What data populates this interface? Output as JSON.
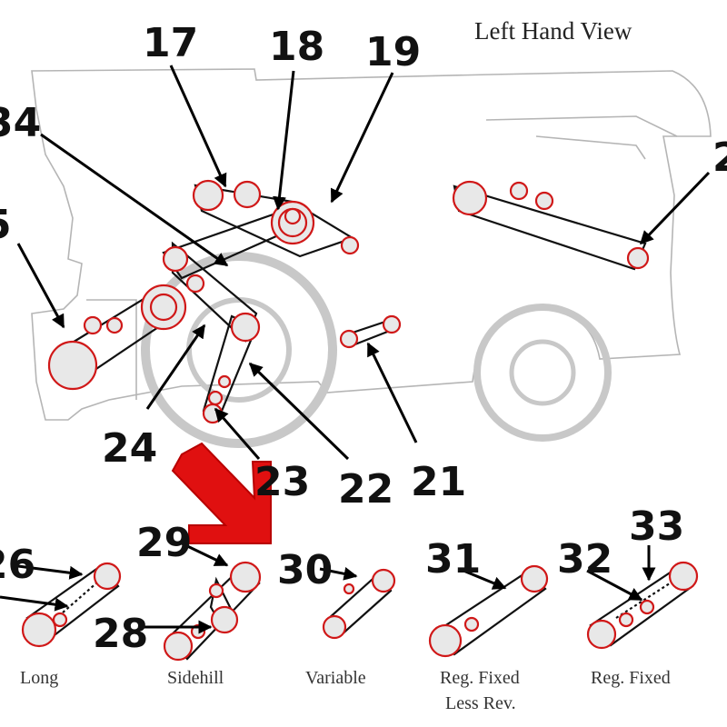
{
  "title": "Left Hand View",
  "accent_color": "#e01010",
  "callouts": [
    "17",
    "18",
    "19",
    "34",
    "5",
    "2",
    "24",
    "23",
    "22",
    "21",
    "26",
    "29",
    "30",
    "31",
    "32",
    "33",
    "28"
  ],
  "variants": [
    {
      "caption": "Long"
    },
    {
      "caption": "Sidehill"
    },
    {
      "caption": "Variable"
    },
    {
      "caption": "Reg. Fixed",
      "caption_line2": "Less Rev."
    },
    {
      "caption": "Reg. Fixed"
    }
  ],
  "icons": [
    "red-pointer-arrow-icon"
  ]
}
